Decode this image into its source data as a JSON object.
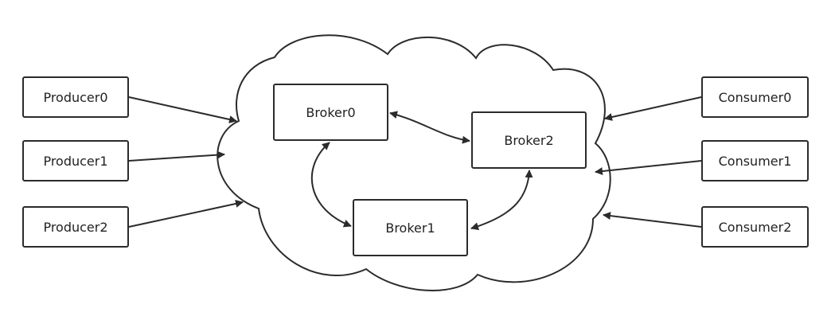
{
  "producers": [
    {
      "label": "Producer0"
    },
    {
      "label": "Producer1"
    },
    {
      "label": "Producer2"
    }
  ],
  "consumers": [
    {
      "label": "Consumer0"
    },
    {
      "label": "Consumer1"
    },
    {
      "label": "Consumer2"
    }
  ],
  "brokers": [
    {
      "label": "Broker0"
    },
    {
      "label": "Broker1"
    },
    {
      "label": "Broker2"
    }
  ]
}
